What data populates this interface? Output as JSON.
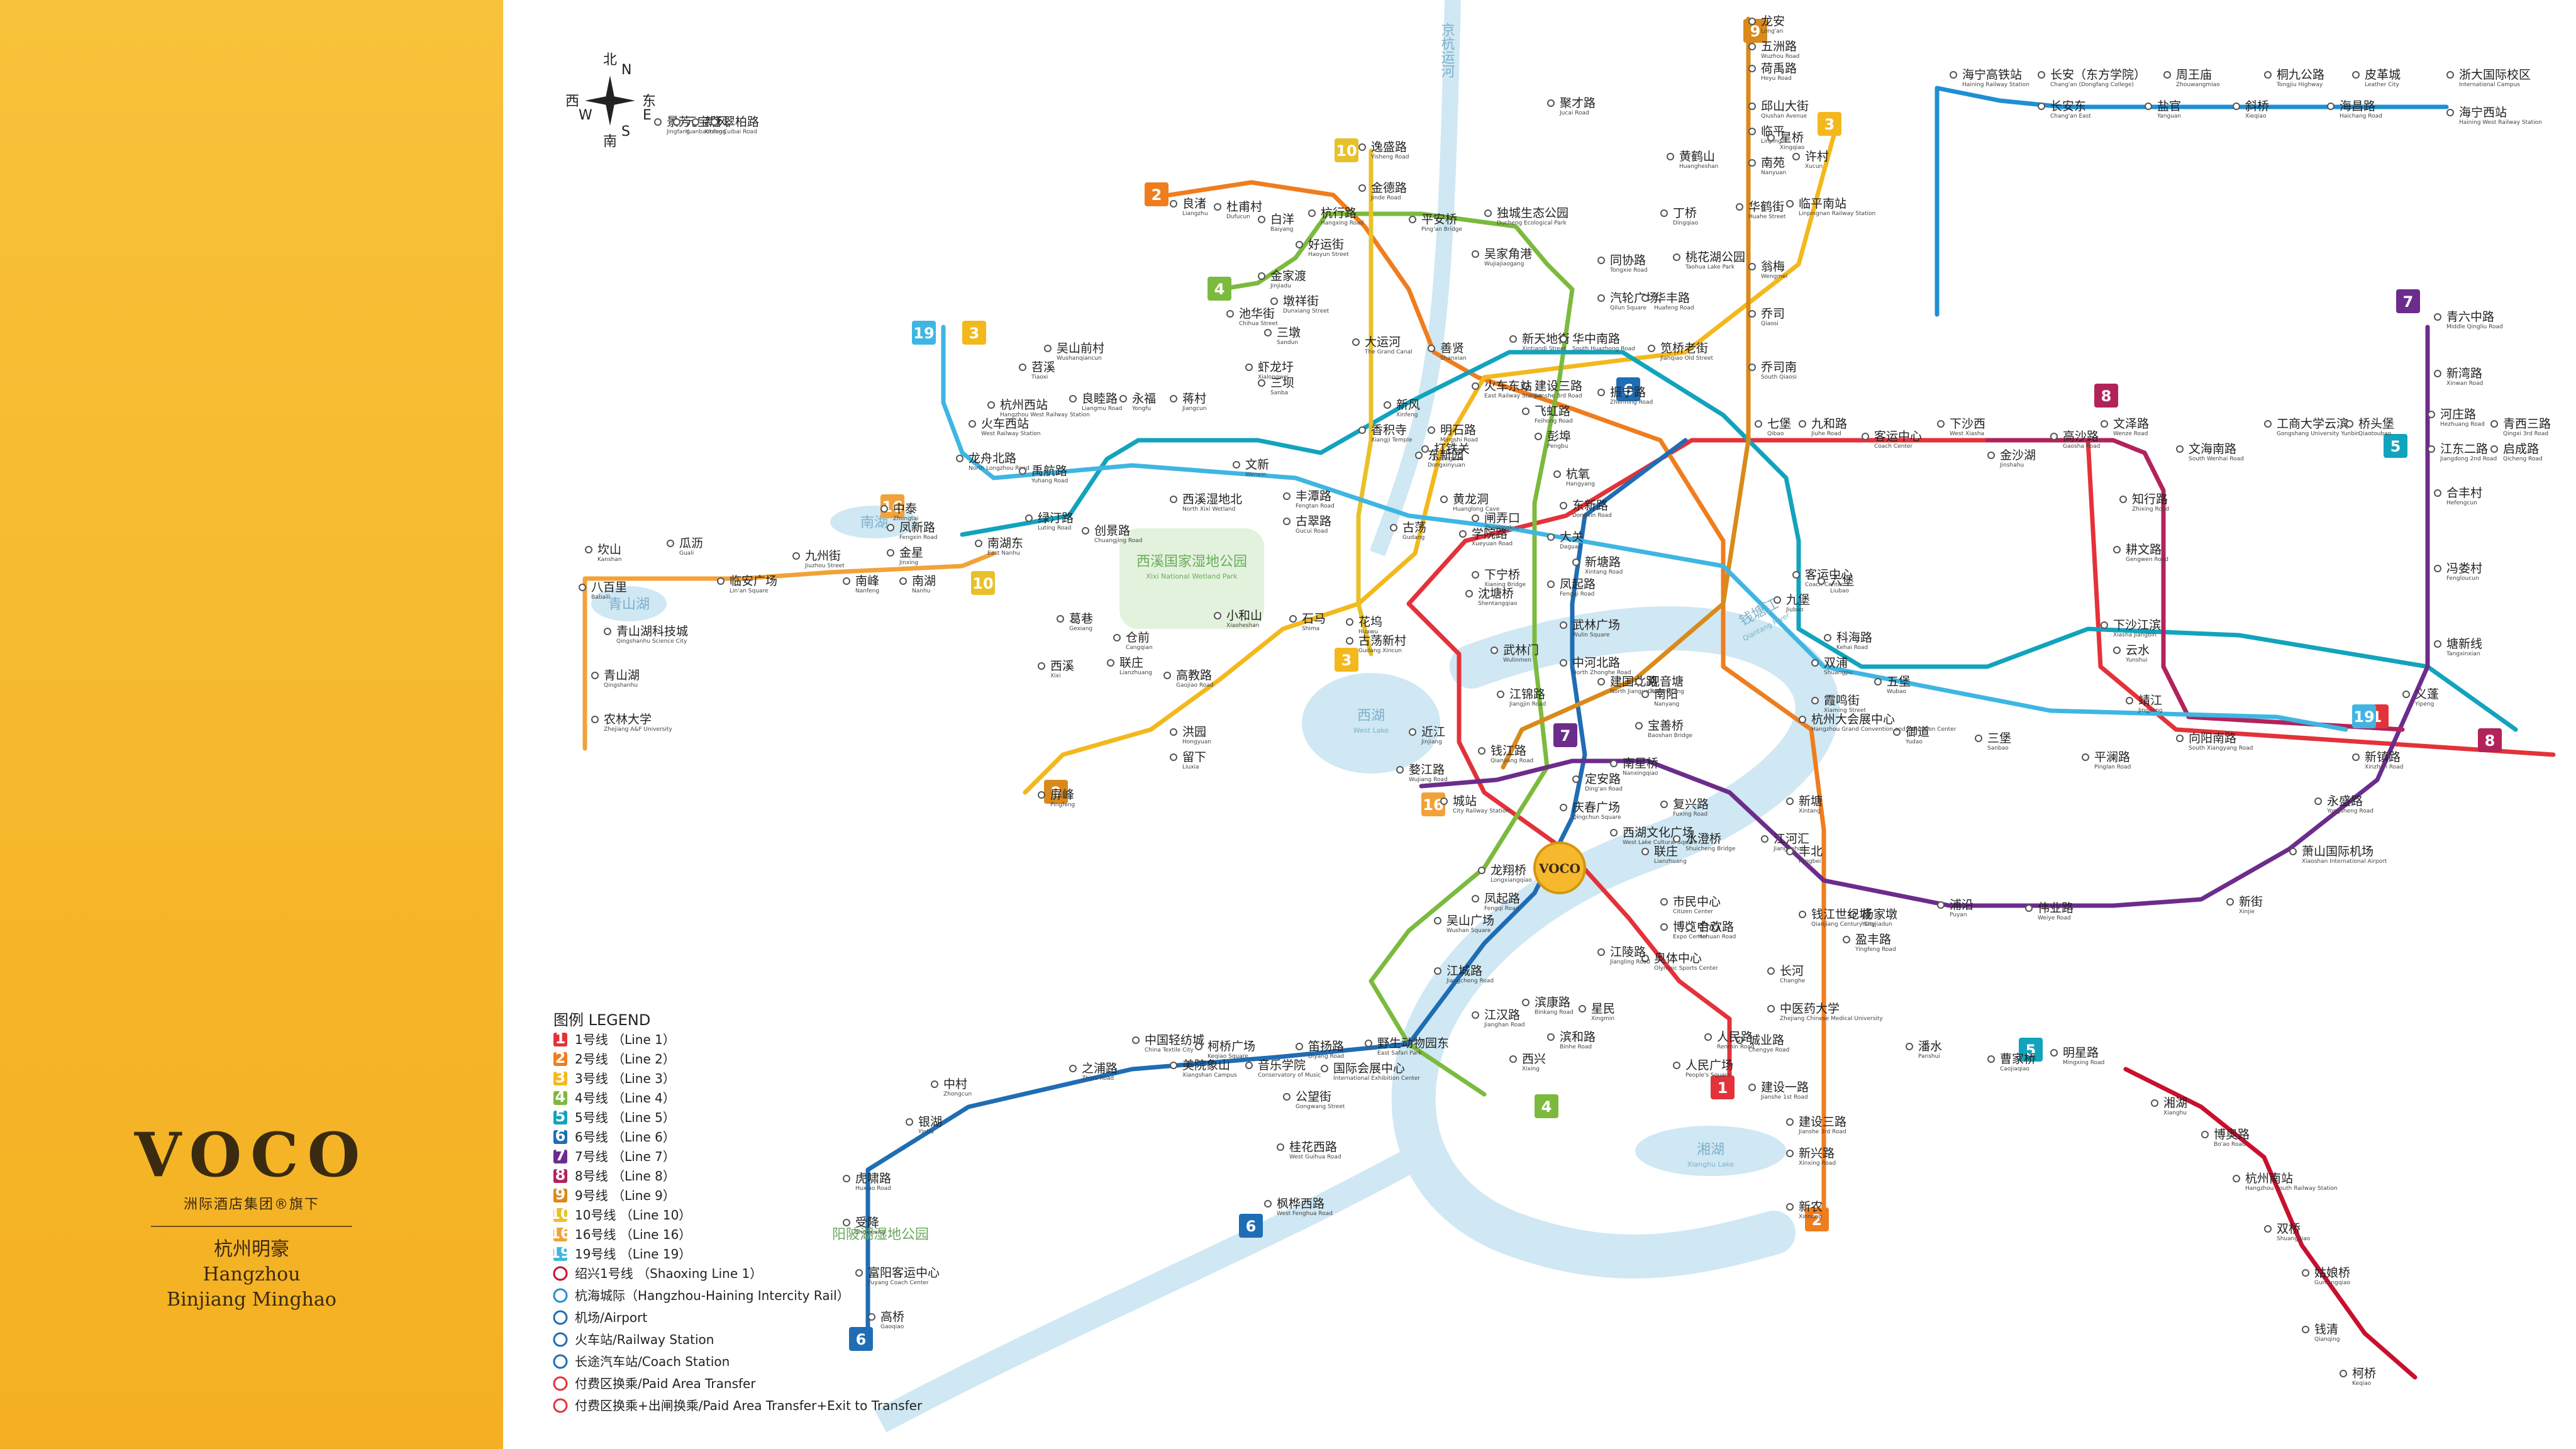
{
  "brand": {
    "logo": "VOCO",
    "sub": "洲际酒店集团®旗下",
    "hotel_cn": "杭州明豪",
    "hotel_en1": "Hangzhou",
    "hotel_en2": "Binjiang Minghao"
  },
  "compass": {
    "north": "北",
    "north_en": "N",
    "south": "南",
    "south_en": "S",
    "west": "西",
    "west_en": "W",
    "east": "东",
    "east_en": "E"
  },
  "features": {
    "west_lake": {
      "cn": "西湖",
      "en": "West Lake"
    },
    "xixi": {
      "cn": "西溪国家湿地公园",
      "en": "Xixi National Wetland Park"
    },
    "xianghu": {
      "cn": "湘湖",
      "en": "Xianghu Lake"
    },
    "qiantang": {
      "cn": "钱塘江",
      "en": "Qiantang River"
    },
    "grand_canal": {
      "cn": "京杭运河",
      "en": "Beijing-Hangzhou Grand Canal"
    },
    "nanhu": {
      "cn": "南湖",
      "en": "Nanhu Lake"
    },
    "qingshan": {
      "cn": "青山湖",
      "en": "Qingshan Lake"
    },
    "yongling": {
      "cn": "阳陂湖湿地公园",
      "en": "Yangbeihu Wetland Park"
    },
    "hotel_marker": "VOCO"
  },
  "legend": {
    "title": "图例 LEGEND",
    "lines": [
      {
        "num": "1",
        "label": "1号线 （Line 1）",
        "color": "#e3323a"
      },
      {
        "num": "2",
        "label": "2号线 （Line 2）",
        "color": "#ef7d1e"
      },
      {
        "num": "3",
        "label": "3号线 （Line 3）",
        "color": "#f3b81c"
      },
      {
        "num": "4",
        "label": "4号线 （Line 4）",
        "color": "#7cba3e"
      },
      {
        "num": "5",
        "label": "5号线 （Line 5）",
        "color": "#12a3bd"
      },
      {
        "num": "6",
        "label": "6号线 （Line 6）",
        "color": "#1f6db4"
      },
      {
        "num": "7",
        "label": "7号线 （Line 7）",
        "color": "#6c2c8c"
      },
      {
        "num": "8",
        "label": "8号线 （Line 8）",
        "color": "#b2235a"
      },
      {
        "num": "9",
        "label": "9号线 （Line 9）",
        "color": "#d98a1a"
      },
      {
        "num": "10",
        "label": "10号线 （Line 10）",
        "color": "#e8c12a"
      },
      {
        "num": "16",
        "label": "16号线 （Line 16）",
        "color": "#f2a238"
      },
      {
        "num": "19",
        "label": "19号线 （Line 19）",
        "color": "#3fb6e2"
      }
    ],
    "others": [
      {
        "icon": "shaoxing-line-icon",
        "label": "绍兴1号线 （Shaoxing Line 1）"
      },
      {
        "icon": "hanghai-line-icon",
        "label": "杭海城际（Hangzhou-Haining Intercity Rail）"
      },
      {
        "icon": "airport-icon",
        "label": "机场/Airport"
      },
      {
        "icon": "railway-station-icon",
        "label": "火车站/Railway Station"
      },
      {
        "icon": "coach-station-icon",
        "label": "长途汽车站/Coach Station"
      },
      {
        "icon": "paid-transfer-icon",
        "label": "付费区换乘/Paid Area Transfer"
      },
      {
        "icon": "paid-exit-transfer-icon",
        "label": "付费区换乘+出闸换乘/Paid Area Transfer+Exit to Transfer"
      }
    ]
  },
  "line_badges": [
    {
      "num": "9",
      "color": "#d98a1a"
    },
    {
      "num": "3",
      "color": "#f3b81c"
    },
    {
      "num": "10",
      "color": "#e8c12a"
    },
    {
      "num": "2",
      "color": "#ef7d1e"
    },
    {
      "num": "4",
      "color": "#7cba3e"
    },
    {
      "num": "19",
      "color": "#3fb6e2"
    },
    {
      "num": "3",
      "color": "#f3b81c"
    },
    {
      "num": "6",
      "color": "#1f6db4"
    },
    {
      "num": "8",
      "color": "#b2235a"
    },
    {
      "num": "7",
      "color": "#6c2c8c"
    },
    {
      "num": "5",
      "color": "#12a3bd"
    },
    {
      "num": "16",
      "color": "#f2a238"
    },
    {
      "num": "10",
      "color": "#e8c12a"
    },
    {
      "num": "3",
      "color": "#f3b81c"
    },
    {
      "num": "9",
      "color": "#d98a1a"
    },
    {
      "num": "7",
      "color": "#6c2c8c"
    },
    {
      "num": "16",
      "color": "#f2a238"
    },
    {
      "num": "1",
      "color": "#e3323a"
    },
    {
      "num": "19",
      "color": "#3fb6e2"
    },
    {
      "num": "8",
      "color": "#b2235a"
    },
    {
      "num": "1",
      "color": "#e3323a"
    },
    {
      "num": "4",
      "color": "#7cba3e"
    },
    {
      "num": "6",
      "color": "#1f6db4"
    },
    {
      "num": "2",
      "color": "#ef7d1e"
    },
    {
      "num": "5",
      "color": "#12a3bd"
    },
    {
      "num": "6",
      "color": "#1f6db4"
    }
  ],
  "stations": [
    {
      "cn": "龙安",
      "en": "Long'an"
    },
    {
      "cn": "五洲路",
      "en": "Wuzhou Road"
    },
    {
      "cn": "荷禹路",
      "en": "Heyu Road"
    },
    {
      "cn": "海宁高铁站",
      "en": "Haining Railway Station"
    },
    {
      "cn": "长安（东方学院）",
      "en": "Chang'an (Dongfang College)"
    },
    {
      "cn": "周王庙",
      "en": "Zhouwangmiao"
    },
    {
      "cn": "桐九公路",
      "en": "Tongjiu Highway"
    },
    {
      "cn": "皮革城",
      "en": "Leather City"
    },
    {
      "cn": "浙大国际校区",
      "en": "International Campus"
    },
    {
      "cn": "长安东",
      "en": "Chang'an East"
    },
    {
      "cn": "盐官",
      "en": "Yanguan"
    },
    {
      "cn": "斜桥",
      "en": "Xieqiao"
    },
    {
      "cn": "海昌路",
      "en": "Haichang Road"
    },
    {
      "cn": "海宁西站",
      "en": "Haining West Railway Station"
    },
    {
      "cn": "邱山大街",
      "en": "Qiushan Avenue"
    },
    {
      "cn": "临平",
      "en": "Linping"
    },
    {
      "cn": "许村",
      "en": "Xucun"
    },
    {
      "cn": "南苑",
      "en": "Nanyuan"
    },
    {
      "cn": "临平南站",
      "en": "Linpingnan Railway Station"
    },
    {
      "cn": "翁梅",
      "en": "Wengmei"
    },
    {
      "cn": "乔司",
      "en": "Qiaosi"
    },
    {
      "cn": "乔司南",
      "en": "South Qiaosi"
    },
    {
      "cn": "逸盛路",
      "en": "Yisheng Road"
    },
    {
      "cn": "金德路",
      "en": "Jinde Road"
    },
    {
      "cn": "杭行路",
      "en": "Hangxing Road"
    },
    {
      "cn": "良渚",
      "en": "Liangzhu"
    },
    {
      "cn": "杜甫村",
      "en": "Dufucun"
    },
    {
      "cn": "白洋",
      "en": "Baiyang"
    },
    {
      "cn": "好运街",
      "en": "Haoyun Street"
    },
    {
      "cn": "金家渡",
      "en": "Jinjiadu"
    },
    {
      "cn": "墩祥街",
      "en": "Dunxiang Street"
    },
    {
      "cn": "三墩",
      "en": "Sandun"
    },
    {
      "cn": "虾龙圩",
      "en": "Xialongwei"
    },
    {
      "cn": "三坝",
      "en": "Sanba"
    },
    {
      "cn": "池华街",
      "en": "Chihua Street"
    },
    {
      "cn": "平安桥",
      "en": "Ping'an Bridge"
    },
    {
      "cn": "独城生态公园",
      "en": "Ducheng Ecological Park"
    },
    {
      "cn": "吴家角港",
      "en": "Wujiajiaogang"
    },
    {
      "cn": "善贤",
      "en": "Shanxian"
    },
    {
      "cn": "新天地街",
      "en": "Xintiandi Street"
    },
    {
      "cn": "华中南路",
      "en": "South Huazhong Road"
    },
    {
      "cn": "笕桥老街",
      "en": "Jianqiao Old Street"
    },
    {
      "cn": "黄鹤山",
      "en": "Huangheshan"
    },
    {
      "cn": "星桥",
      "en": "Xingqiao"
    },
    {
      "cn": "华鹤街",
      "en": "Huahe Street"
    },
    {
      "cn": "丁桥",
      "en": "Dingqiao"
    },
    {
      "cn": "同协路",
      "en": "Tongxie Road"
    },
    {
      "cn": "桃花湖公园",
      "en": "Taohua Lake Park"
    },
    {
      "cn": "汽轮广场",
      "en": "Qilun Square"
    },
    {
      "cn": "华丰路",
      "en": "Huafeng Road"
    },
    {
      "cn": "聚才路",
      "en": "Jucai Road"
    },
    {
      "cn": "吴山前村",
      "en": "Wushanqiancun"
    },
    {
      "cn": "苕溪",
      "en": "Tiaoxi"
    },
    {
      "cn": "杭州西站",
      "en": "Hangzhou West Railway Station"
    },
    {
      "cn": "火车西站",
      "en": "West Railway Station"
    },
    {
      "cn": "龙舟北路",
      "en": "North Longzhou Road"
    },
    {
      "cn": "良睦路",
      "en": "Liangmu Road"
    },
    {
      "cn": "永福",
      "en": "Yongfu"
    },
    {
      "cn": "蒋村",
      "en": "Jiangcun"
    },
    {
      "cn": "西溪湿地北",
      "en": "North Xixi Wetland"
    },
    {
      "cn": "文新",
      "en": "Wenxin"
    },
    {
      "cn": "丰潭路",
      "en": "Fengtan Road"
    },
    {
      "cn": "古翠路",
      "en": "Gucui Road"
    },
    {
      "cn": "大运河",
      "en": "The Grand Canal"
    },
    {
      "cn": "香积寺",
      "en": "Xiangji Temple"
    },
    {
      "cn": "打铁关",
      "en": "Datieguan"
    },
    {
      "cn": "闸弄口",
      "en": "Zhanongkou"
    },
    {
      "cn": "彭埠",
      "en": "Pengbu"
    },
    {
      "cn": "七堡",
      "en": "Qibao"
    },
    {
      "cn": "九和路",
      "en": "Jiuhe Road"
    },
    {
      "cn": "客运中心",
      "en": "Coach Center"
    },
    {
      "cn": "下沙西",
      "en": "West Xiasha"
    },
    {
      "cn": "金沙湖",
      "en": "Jinshahu"
    },
    {
      "cn": "高沙路",
      "en": "Gaosha Road"
    },
    {
      "cn": "文泽路",
      "en": "Wenze Road"
    },
    {
      "cn": "文海南路",
      "en": "South Wenhai Road"
    },
    {
      "cn": "工商大学云滨",
      "en": "Gongshang University Yunbin"
    },
    {
      "cn": "桥头堡",
      "en": "Qiaotoubao"
    },
    {
      "cn": "河庄路",
      "en": "Hezhuang Road"
    },
    {
      "cn": "青西三路",
      "en": "Qingxi 3rd Road"
    },
    {
      "cn": "青六中路",
      "en": "Middle Qingliu Road"
    },
    {
      "cn": "新湾路",
      "en": "Xinwan Road"
    },
    {
      "cn": "江东二路",
      "en": "Jiangdong 2nd Road"
    },
    {
      "cn": "启成路",
      "en": "Qicheng Road"
    },
    {
      "cn": "合丰村",
      "en": "Hefengcun"
    },
    {
      "cn": "冯娄村",
      "en": "Fengloucun"
    },
    {
      "cn": "塘新线",
      "en": "Tangxinxian"
    },
    {
      "cn": "义蓬",
      "en": "Yipeng"
    },
    {
      "cn": "新镇路",
      "en": "Xinzhen Road"
    },
    {
      "cn": "永盛路",
      "en": "Yongsheng Road"
    },
    {
      "cn": "萧山国际机场",
      "en": "Xiaoshan International Airport"
    },
    {
      "cn": "新街",
      "en": "Xinjie"
    },
    {
      "cn": "坎山",
      "en": "Kanshan"
    },
    {
      "cn": "瓜沥",
      "en": "Guali"
    },
    {
      "cn": "八百里",
      "en": "Babaili"
    },
    {
      "cn": "青山湖科技城",
      "en": "Qingshanhu Science City"
    },
    {
      "cn": "青山湖",
      "en": "Qingshanhu"
    },
    {
      "cn": "农林大学",
      "en": "Zhejiang A&F University"
    },
    {
      "cn": "临安广场",
      "en": "Lin'an Square"
    },
    {
      "cn": "九州街",
      "en": "Jiuzhou Street"
    },
    {
      "cn": "南峰",
      "en": "Nanfeng"
    },
    {
      "cn": "南湖",
      "en": "Nanhu"
    },
    {
      "cn": "中泰",
      "en": "Zhongtai"
    },
    {
      "cn": "凤新路",
      "en": "Fengxin Road"
    },
    {
      "cn": "金星",
      "en": "Jinxing"
    },
    {
      "cn": "南湖东",
      "en": "East Nanhu"
    },
    {
      "cn": "禹航路",
      "en": "Yuhang Road"
    },
    {
      "cn": "绿汀路",
      "en": "Luting Road"
    },
    {
      "cn": "创景路",
      "en": "Chuangjing Road"
    },
    {
      "cn": "葛巷",
      "en": "Gexiang"
    },
    {
      "cn": "仓前",
      "en": "Cangqian"
    },
    {
      "cn": "西溪",
      "en": "Xixi"
    },
    {
      "cn": "联庄",
      "en": "Lianzhuang"
    },
    {
      "cn": "高教路",
      "en": "Gaojiao Road"
    },
    {
      "cn": "洪园",
      "en": "Hongyuan"
    },
    {
      "cn": "留下",
      "en": "Liuxia"
    },
    {
      "cn": "屏峰",
      "en": "Pingfeng"
    },
    {
      "cn": "小和山",
      "en": "Xiaoheshan"
    },
    {
      "cn": "石马",
      "en": "Shima"
    },
    {
      "cn": "花坞",
      "en": "Huawu"
    },
    {
      "cn": "古荡新村",
      "en": "Gudang Xincun"
    },
    {
      "cn": "古荡",
      "en": "Gudang"
    },
    {
      "cn": "黄龙洞",
      "en": "Huanglong Cave"
    },
    {
      "cn": "学院路",
      "en": "Xueyuan Road"
    },
    {
      "cn": "下宁桥",
      "en": "Xianing Bridge"
    },
    {
      "cn": "沈塘桥",
      "en": "Shentangqiao"
    },
    {
      "cn": "武林门",
      "en": "Wulinmen"
    },
    {
      "cn": "武林广场",
      "en": "Wulin Square"
    },
    {
      "cn": "凤起路",
      "en": "Fengqi Road"
    },
    {
      "cn": "中河北路",
      "en": "North Zhonghe Road"
    },
    {
      "cn": "建国北路",
      "en": "North Jianguo Road"
    },
    {
      "cn": "宝善桥",
      "en": "Baoshan Bridge"
    },
    {
      "cn": "西湖文化广场",
      "en": "West Lake Cultural Square"
    },
    {
      "cn": "庆春广场",
      "en": "Qingchun Square"
    },
    {
      "cn": "江锦路",
      "en": "Jiangjin Road"
    },
    {
      "cn": "钱江路",
      "en": "Qianjiang Road"
    },
    {
      "cn": "近江",
      "en": "Jinjiang"
    },
    {
      "cn": "婺江路",
      "en": "Wujiang Road"
    },
    {
      "cn": "城站",
      "en": "City Railway Station"
    },
    {
      "cn": "定安路",
      "en": "Ding'an Road"
    },
    {
      "cn": "龙翔桥",
      "en": "Longxiangqiao"
    },
    {
      "cn": "凤起路",
      "en": "Fengqi Road"
    },
    {
      "cn": "吴山广场",
      "en": "Wushan Square"
    },
    {
      "cn": "江城路",
      "en": "Jiangcheng Road"
    },
    {
      "cn": "南星桥",
      "en": "Nanxingqiao"
    },
    {
      "cn": "复兴路",
      "en": "Fuxing Road"
    },
    {
      "cn": "水澄桥",
      "en": "Shuicheng Bridge"
    },
    {
      "cn": "联庄",
      "en": "Lianzhuang"
    },
    {
      "cn": "市民中心",
      "en": "Citizen Center"
    },
    {
      "cn": "博览中心",
      "en": "Expo Center"
    },
    {
      "cn": "奥体中心",
      "en": "Olympic Sports Center"
    },
    {
      "cn": "星民",
      "en": "Xingmin"
    },
    {
      "cn": "江陵路",
      "en": "Jiangling Road"
    },
    {
      "cn": "滨和路",
      "en": "Binhe Road"
    },
    {
      "cn": "西兴",
      "en": "Xixing"
    },
    {
      "cn": "滨康路",
      "en": "Binkang Road"
    },
    {
      "cn": "江汉路",
      "en": "Jianghan Road"
    },
    {
      "cn": "长河",
      "en": "Changhe"
    },
    {
      "cn": "中医药大学",
      "en": "Zhejiang Chinese Medical University"
    },
    {
      "cn": "杨家墩",
      "en": "Yangjiadun"
    },
    {
      "cn": "浦沿",
      "en": "Puyan"
    },
    {
      "cn": "伟业路",
      "en": "Weiye Road"
    },
    {
      "cn": "诚业路",
      "en": "Chengye Road"
    },
    {
      "cn": "建设一路",
      "en": "Jianshe 1st Road"
    },
    {
      "cn": "建设三路",
      "en": "Jianshe 3rd Road"
    },
    {
      "cn": "新兴路",
      "en": "Xinxing Road"
    },
    {
      "cn": "新农",
      "en": "Xinnong"
    },
    {
      "cn": "合欢路",
      "en": "Hehuan Road"
    },
    {
      "cn": "人民广场",
      "en": "People's Square"
    },
    {
      "cn": "人民路",
      "en": "Renmin Road"
    },
    {
      "cn": "潘水",
      "en": "Panshui"
    },
    {
      "cn": "曹家桥",
      "en": "Caojiaqiao"
    },
    {
      "cn": "明星路",
      "en": "Mingxing Road"
    },
    {
      "cn": "湘湖",
      "en": "Xianghu"
    },
    {
      "cn": "博奥路",
      "en": "Bo'ao Road"
    },
    {
      "cn": "杭州南站",
      "en": "Hangzhou South Railway Station"
    },
    {
      "cn": "双桥",
      "en": "Shuangqiao"
    },
    {
      "cn": "姑娘桥",
      "en": "Guniangqiao"
    },
    {
      "cn": "钱清",
      "en": "Qianqing"
    },
    {
      "cn": "柯桥",
      "en": "Keqiao"
    },
    {
      "cn": "中国轻纺城",
      "en": "China Textile City"
    },
    {
      "cn": "柯桥广场",
      "en": "Keqiao Square"
    },
    {
      "cn": "笛扬路",
      "en": "Diyang Road"
    },
    {
      "cn": "野生动物园东",
      "en": "East Safari Park"
    },
    {
      "cn": "音乐学院",
      "en": "Conservatory of Music"
    },
    {
      "cn": "美院象山",
      "en": "Xiangshan Campus"
    },
    {
      "cn": "之浦路",
      "en": "Zhipu Road"
    },
    {
      "cn": "中村",
      "en": "Zhongcun"
    },
    {
      "cn": "银湖",
      "en": "Yinhu"
    },
    {
      "cn": "虎啸路",
      "en": "Huxiao Road"
    },
    {
      "cn": "受降",
      "en": "Shouxiang"
    },
    {
      "cn": "富阳客运中心",
      "en": "Fuyang Coach Center"
    },
    {
      "cn": "高桥",
      "en": "Gaoqiao"
    },
    {
      "cn": "国际会展中心",
      "en": "International Exhibition Center"
    },
    {
      "cn": "公望街",
      "en": "Gongwang Street"
    },
    {
      "cn": "桂花西路",
      "en": "West Guihua Road"
    },
    {
      "cn": "枫桦西路",
      "en": "West Fenghua Road"
    },
    {
      "cn": "霞鸣街",
      "en": "Xiaming Street"
    },
    {
      "cn": "科海路",
      "en": "Kehai Road"
    },
    {
      "cn": "双浦",
      "en": "Shuangpu"
    },
    {
      "cn": "九堡",
      "en": "Jiubao"
    },
    {
      "cn": "客运中心",
      "en": "Coach Center"
    },
    {
      "cn": "六堡",
      "en": "Liubao"
    },
    {
      "cn": "五堡",
      "en": "Wubao"
    },
    {
      "cn": "御道",
      "en": "Yudao"
    },
    {
      "cn": "三堡",
      "en": "Sanbao"
    },
    {
      "cn": "平澜路",
      "en": "Pinglan Road"
    },
    {
      "cn": "知行路",
      "en": "Zhixing Road"
    },
    {
      "cn": "耕文路",
      "en": "Gengwen Road"
    },
    {
      "cn": "下沙江滨",
      "en": "Xiasha Jiangbin"
    },
    {
      "cn": "云水",
      "en": "Yunshui"
    },
    {
      "cn": "靖江",
      "en": "Jingjiang"
    },
    {
      "cn": "向阳南路",
      "en": "South Xiangyang Road"
    },
    {
      "cn": "南阳",
      "en": "Nanyang"
    },
    {
      "cn": "杭州大会展中心",
      "en": "Hangzhou Grand Convention and Exhibition Center"
    },
    {
      "cn": "观音塘",
      "en": "Guanyintang"
    },
    {
      "cn": "新塘",
      "en": "Xintang"
    },
    {
      "cn": "江河汇",
      "en": "Jianghehui"
    },
    {
      "cn": "丰北",
      "en": "Fengbei"
    },
    {
      "cn": "钱江世纪城",
      "en": "Qianjiang Century City"
    },
    {
      "cn": "盈丰路",
      "en": "Yingfeng Road"
    },
    {
      "cn": "飞虹路",
      "en": "Feihong Road"
    },
    {
      "cn": "振宁路",
      "en": "Zhenning Road"
    },
    {
      "cn": "建设三路",
      "en": "Jianshe 3rd Road"
    },
    {
      "cn": "火车东站",
      "en": "East Railway Station"
    },
    {
      "cn": "新风",
      "en": "Xinfeng"
    },
    {
      "cn": "明石路",
      "en": "Mingshi Road"
    },
    {
      "cn": "东新园",
      "en": "Dongxinyuan"
    },
    {
      "cn": "杭氧",
      "en": "Hangyang"
    },
    {
      "cn": "东新路",
      "en": "Dongxin Road"
    },
    {
      "cn": "大关",
      "en": "Daguan"
    },
    {
      "cn": "新塘路",
      "en": "Xintang Road"
    },
    {
      "cn": "景芳",
      "en": "Jingfang"
    },
    {
      "cn": "元宝塘",
      "en": "Yuanbaotang"
    },
    {
      "cn": "新风",
      "en": "Xinfeng"
    },
    {
      "cn": "翠柏路",
      "en": "Cuibai Road"
    }
  ]
}
